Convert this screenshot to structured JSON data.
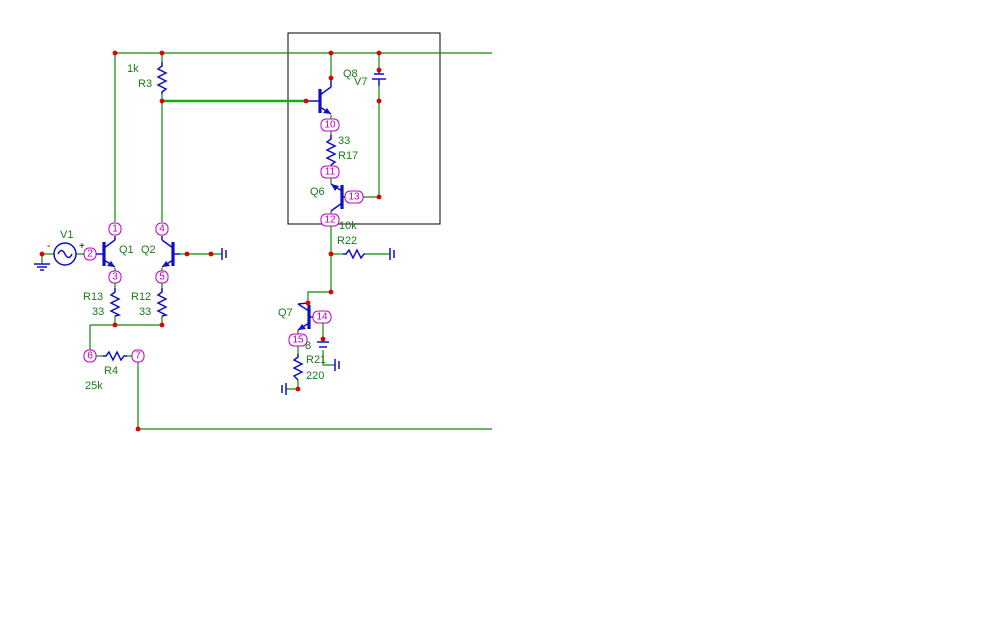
{
  "components": {
    "v1": "V1",
    "v7": "V7",
    "q1": "Q1",
    "q2": "Q2",
    "q6": "Q6",
    "q7": "Q7",
    "q8": "Q8",
    "r3": {
      "name": "R3",
      "value": "1k"
    },
    "r4": {
      "name": "R4",
      "value": "25k"
    },
    "r12": {
      "name": "R12",
      "value": "33"
    },
    "r13": {
      "name": "R13",
      "value": "33"
    },
    "r17": {
      "name": "R17",
      "value": "33"
    },
    "r21": {
      "name": "R21",
      "value": "220"
    },
    "r22": {
      "name": "R22",
      "value": "10k"
    },
    "stray_8": "8"
  },
  "nodes": [
    "1",
    "2",
    "3",
    "4",
    "5",
    "6",
    "7",
    "10",
    "11",
    "12",
    "13",
    "14",
    "15"
  ],
  "polarity": {
    "minus": "-",
    "plus": "+"
  },
  "colors": {
    "wire": "#0a8a0a",
    "highlight_wire": "#11b011",
    "component": "#1010c0",
    "junction": "#e00000",
    "node_marker": "#c000c0",
    "label": "#1a7a1a"
  }
}
